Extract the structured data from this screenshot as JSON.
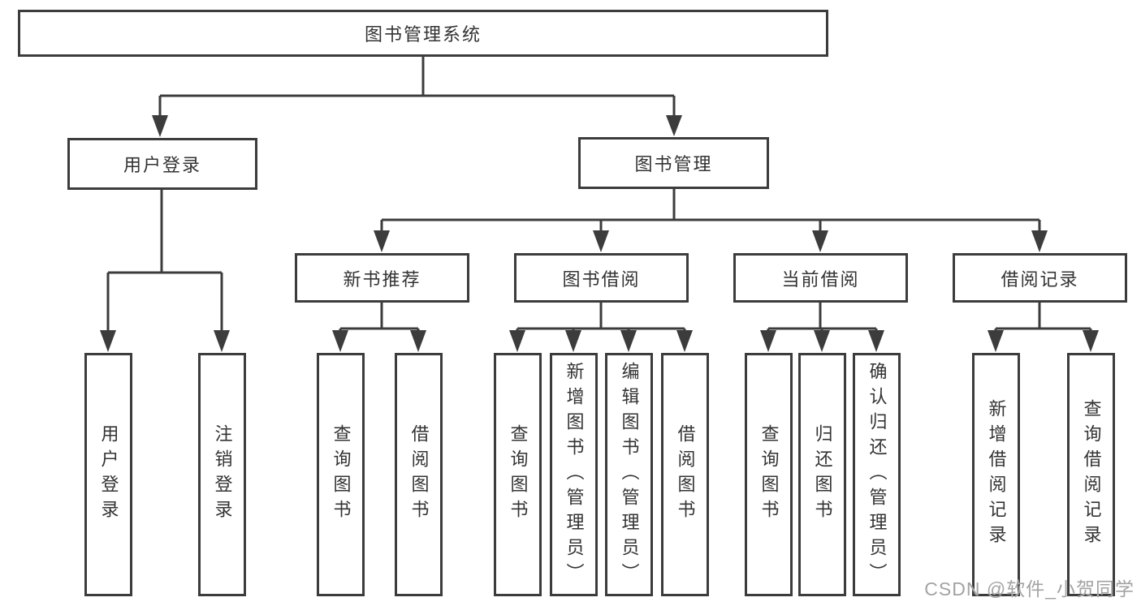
{
  "diagram_title": "图书管理系统",
  "watermark": "CSDN @软件_小贺同学",
  "colors": {
    "line": "#3c3c3c",
    "text": "#333333",
    "box_background": "#ffffff",
    "watermark": "#a3a3a3"
  },
  "nodes": {
    "root": {
      "label": "图书管理系统"
    },
    "level2": [
      {
        "label": "用户登录"
      },
      {
        "label": "图书管理"
      }
    ],
    "level3": [
      {
        "label": "新书推荐",
        "parent": "图书管理"
      },
      {
        "label": "图书借阅",
        "parent": "图书管理"
      },
      {
        "label": "当前借阅",
        "parent": "图书管理"
      },
      {
        "label": "借阅记录",
        "parent": "图书管理"
      }
    ],
    "leaves": [
      {
        "label": "用户登录",
        "parent": "用户登录"
      },
      {
        "label": "注销登录",
        "parent": "用户登录"
      },
      {
        "label": "查询图书",
        "parent": "新书推荐"
      },
      {
        "label": "借阅图书",
        "parent": "新书推荐"
      },
      {
        "label": "查询图书",
        "parent": "图书借阅"
      },
      {
        "label": "新增图书（管理员）",
        "parent": "图书借阅"
      },
      {
        "label": "编辑图书（管理员）",
        "parent": "图书借阅"
      },
      {
        "label": "借阅图书",
        "parent": "图书借阅"
      },
      {
        "label": "查询图书",
        "parent": "当前借阅"
      },
      {
        "label": "归还图书",
        "parent": "当前借阅"
      },
      {
        "label": "确认归还（管理员）",
        "parent": "当前借阅"
      },
      {
        "label": "新增借阅记录",
        "parent": "借阅记录"
      },
      {
        "label": "查询借阅记录",
        "parent": "借阅记录"
      }
    ]
  }
}
